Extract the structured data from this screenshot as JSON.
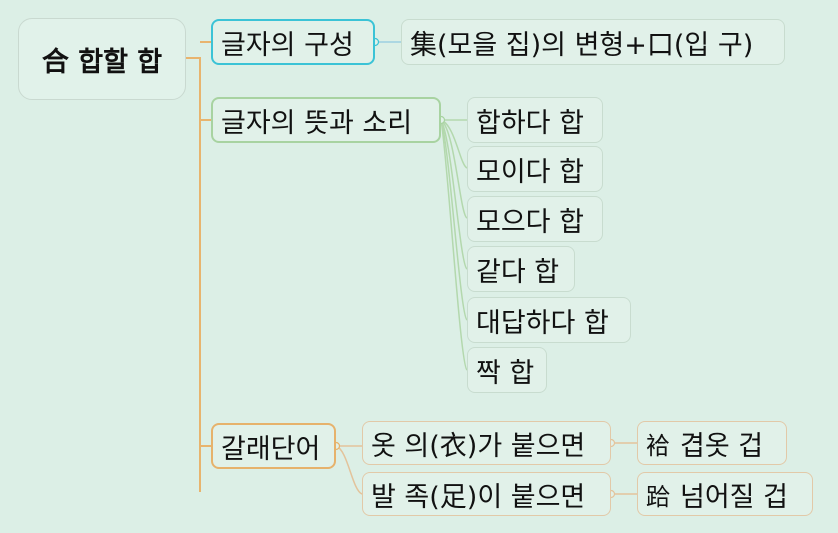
{
  "root": {
    "label": "合 합할 합"
  },
  "branches": [
    {
      "label": "글자의 구성",
      "children": [
        {
          "label": "集(모을 집)의 변형+口(입 구)"
        }
      ]
    },
    {
      "label": "글자의 뜻과 소리",
      "children": [
        {
          "label": "합하다 합"
        },
        {
          "label": "모이다 합"
        },
        {
          "label": "모으다 합"
        },
        {
          "label": "같다 합"
        },
        {
          "label": "대답하다 합"
        },
        {
          "label": "짝 합"
        }
      ]
    },
    {
      "label": "갈래단어",
      "children": [
        {
          "label": "옷 의(衣)가 붙으면",
          "leaf": {
            "hanja": "袷",
            "label": "겹옷 겁"
          }
        },
        {
          "label": "발 족(足)이 붙으면",
          "leaf": {
            "hanja": "跲",
            "label": "넘어질 겁"
          }
        }
      ]
    }
  ],
  "colors": {
    "background": "#dcefe6",
    "branch1": "#3bc3d6",
    "branch2": "#a8d3a1",
    "branch3": "#e6b26c"
  }
}
